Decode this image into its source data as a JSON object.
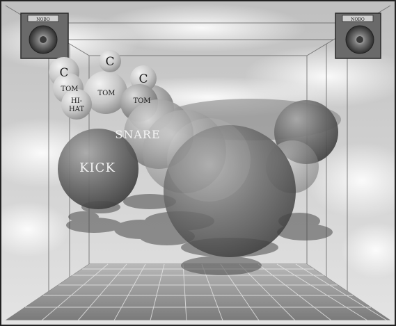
{
  "labels": {
    "kick": "KICK",
    "snare": "SNARE",
    "tom_left": "TOM",
    "tom_center": "TOM",
    "tom_right": "TOM",
    "hihat_line1": "HI-",
    "hihat_line2": "HAT",
    "cymbal_left": "C",
    "cymbal_center": "C",
    "cymbal_right": "C"
  },
  "speakers": {
    "left_brand": "NOBO",
    "right_brand": "NOBO"
  },
  "colors": {
    "frame": "#2a2a2a",
    "sky": "#d9d9d9",
    "floor": "#8a8a8a",
    "sphere_dark": "#5a5a5a",
    "sphere_light": "#bdbdbd"
  }
}
